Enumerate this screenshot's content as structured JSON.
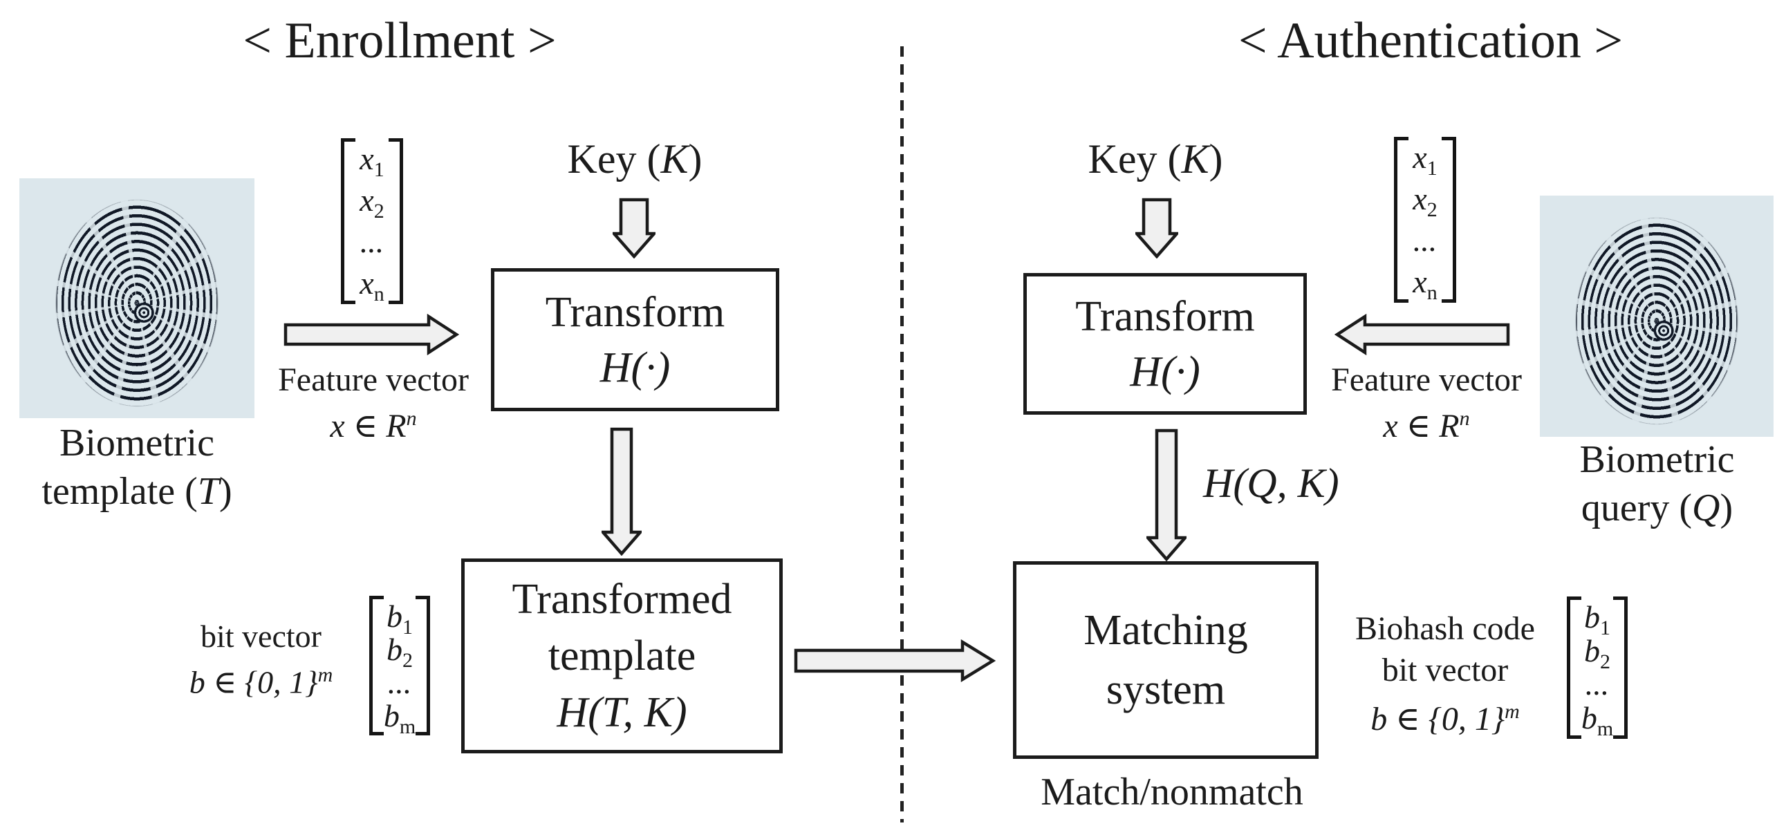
{
  "titles": {
    "enrollment": "< Enrollment >",
    "authentication": "< Authentication >"
  },
  "colors": {
    "arrow_fill": "#f0f0f0",
    "outline": "#1b1b1b",
    "fingerprint_bg": "#dce7ec",
    "fingerprint_ridge": "#101826"
  },
  "enrollment": {
    "key_label": {
      "pre": "Key (",
      "it": "K",
      "post": ")"
    },
    "x_vector": {
      "entries": [
        {
          "v": "x",
          "s": "1"
        },
        {
          "v": "x",
          "s": "2"
        },
        {
          "v": "...",
          "s": ""
        },
        {
          "v": "x",
          "s": "n"
        }
      ]
    },
    "feature_vector": {
      "line1": "Feature vector",
      "formula_main": "x ∈ R",
      "formula_sup": "n"
    },
    "biometric_label": {
      "line1": "Biometric",
      "line2_pre": "template (",
      "line2_it": "T",
      "line2_post": ")"
    },
    "transform_box": {
      "line1": "Transform",
      "line2": "H(·)"
    },
    "transformed_box": {
      "line1": "Transformed",
      "line2": "template",
      "line3": "H(T, K)"
    },
    "bit_vector_label": {
      "line1": "bit vector",
      "formula_main": "b ∈ {0, 1}",
      "formula_sup": "m"
    },
    "b_vector": {
      "entries": [
        {
          "v": "b",
          "s": "1"
        },
        {
          "v": "b",
          "s": "2"
        },
        {
          "v": "...",
          "s": ""
        },
        {
          "v": "b",
          "s": "m"
        }
      ]
    }
  },
  "authentication": {
    "key_label": {
      "pre": "Key (",
      "it": "K",
      "post": ")"
    },
    "x_vector": {
      "entries": [
        {
          "v": "x",
          "s": "1"
        },
        {
          "v": "x",
          "s": "2"
        },
        {
          "v": "...",
          "s": ""
        },
        {
          "v": "x",
          "s": "n"
        }
      ]
    },
    "feature_vector": {
      "line1": "Feature vector",
      "formula_main": "x ∈ R",
      "formula_sup": "n"
    },
    "biometric_label": {
      "line1": "Biometric",
      "line2_pre": "query (",
      "line2_it": "Q",
      "line2_post": ")"
    },
    "transform_box": {
      "line1": "Transform",
      "line2": "H(·)"
    },
    "hqk_label": "H(Q, K)",
    "matching_box": {
      "line1": "Matching",
      "line2": "system"
    },
    "match_result": "Match/nonmatch",
    "biohash_label": {
      "line1": "Biohash code",
      "line2": "bit vector",
      "formula_main": "b ∈ {0, 1}",
      "formula_sup": "m"
    },
    "b_vector": {
      "entries": [
        {
          "v": "b",
          "s": "1"
        },
        {
          "v": "b",
          "s": "2"
        },
        {
          "v": "...",
          "s": ""
        },
        {
          "v": "b",
          "s": "m"
        }
      ]
    }
  }
}
